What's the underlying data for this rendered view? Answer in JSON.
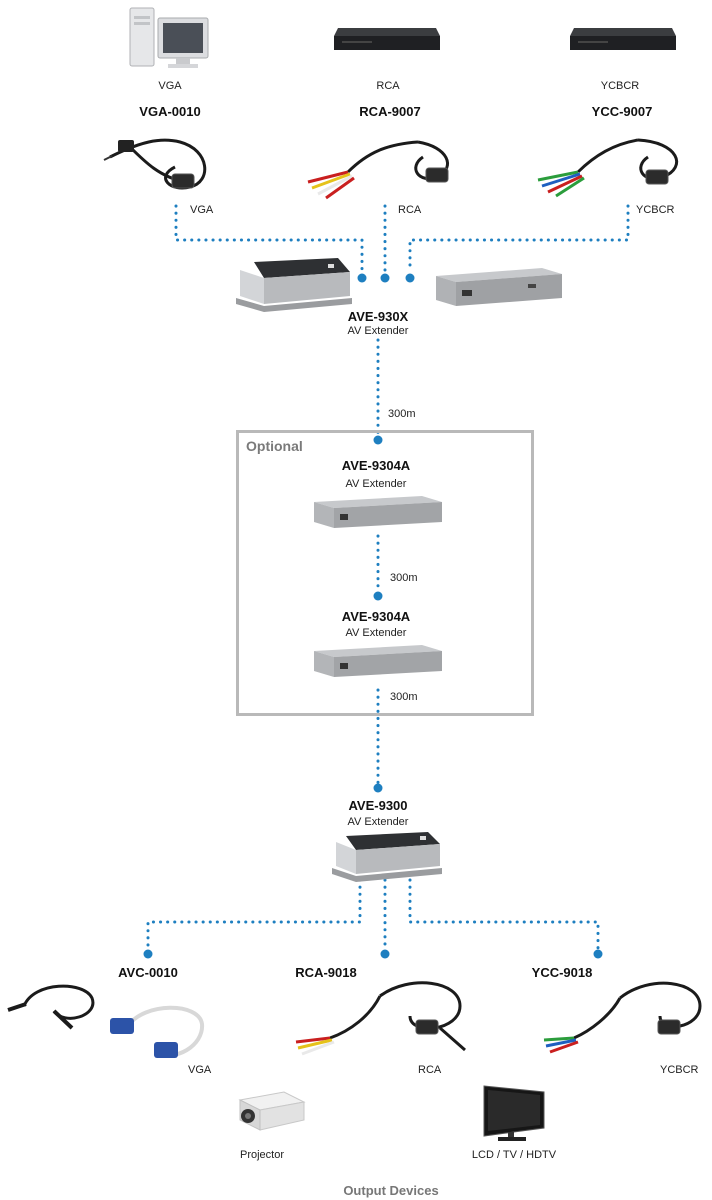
{
  "sources": [
    {
      "label": "VGA"
    },
    {
      "label": "RCA"
    },
    {
      "label": "YCBCR"
    }
  ],
  "input_cables": [
    {
      "model": "VGA-0010",
      "signal": "VGA"
    },
    {
      "model": "RCA-9007",
      "signal": "RCA"
    },
    {
      "model": "YCC-9007",
      "signal": "YCBCR"
    }
  ],
  "transmitter": {
    "model": "AVE-930X",
    "type": "AV Extender"
  },
  "distance_1": "300m",
  "optional": {
    "title": "Optional",
    "repeater_1": {
      "model": "AVE-9304A",
      "type": "AV Extender"
    },
    "distance_2": "300m",
    "repeater_2": {
      "model": "AVE-9304A",
      "type": "AV Extender"
    },
    "distance_3": "300m"
  },
  "receiver": {
    "model": "AVE-9300",
    "type": "AV Extender"
  },
  "output_cables": [
    {
      "model": "AVC-0010",
      "signal": "VGA"
    },
    {
      "model": "RCA-9018",
      "signal": "RCA"
    },
    {
      "model": "YCC-9018",
      "signal": "YCBCR"
    }
  ],
  "output_devices": [
    {
      "label": "Projector"
    },
    {
      "label": "LCD / TV / HDTV"
    }
  ],
  "footer": "Output Devices",
  "colors": {
    "link": "#1e7fc0",
    "box": "#b9b9b9",
    "device_dark": "#2a2a2a",
    "device_silver": "#cfd0d2"
  }
}
